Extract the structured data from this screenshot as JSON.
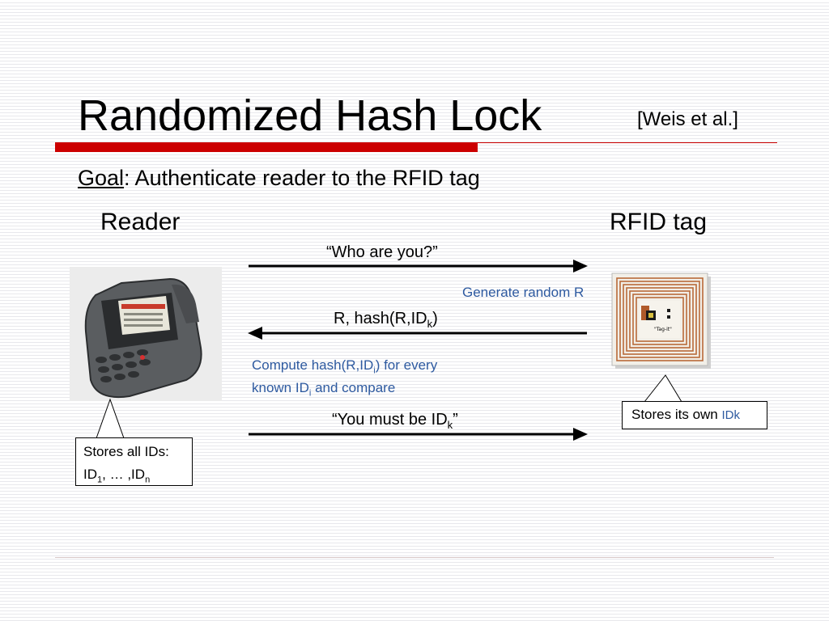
{
  "title": "Randomized Hash Lock",
  "citation": "[Weis et al.]",
  "goal": {
    "label": "Goal",
    "text": ": Authenticate reader to the RFID tag"
  },
  "reader_label": "Reader",
  "tag_label": "RFID tag",
  "messages": {
    "who": "“Who are you?”",
    "generate": "Generate random R",
    "response_pre": "R, hash(R,ID",
    "response_sub": "k",
    "response_post": ")",
    "compute_line1_pre": "Compute hash(R,ID",
    "compute_line1_sub": "i",
    "compute_line1_post": ") for every",
    "compute_line2_pre": "known ID",
    "compute_line2_sub": "i",
    "compute_line2_post": " and compare",
    "must_pre": "“You must be ID",
    "must_sub": "k",
    "must_post": "”"
  },
  "reader_callout": {
    "line1": "Stores all IDs:",
    "id1_pre": "ID",
    "id1_sub": "1",
    "mid": ", … ,ID",
    "idn_sub": "n"
  },
  "tag_callout": {
    "text": "Stores its own ",
    "highlight": "IDk"
  },
  "tag_image_text": "\"Tag-it\"",
  "colors": {
    "accent_red": "#cc0000",
    "note_blue": "#2e5aa0"
  }
}
